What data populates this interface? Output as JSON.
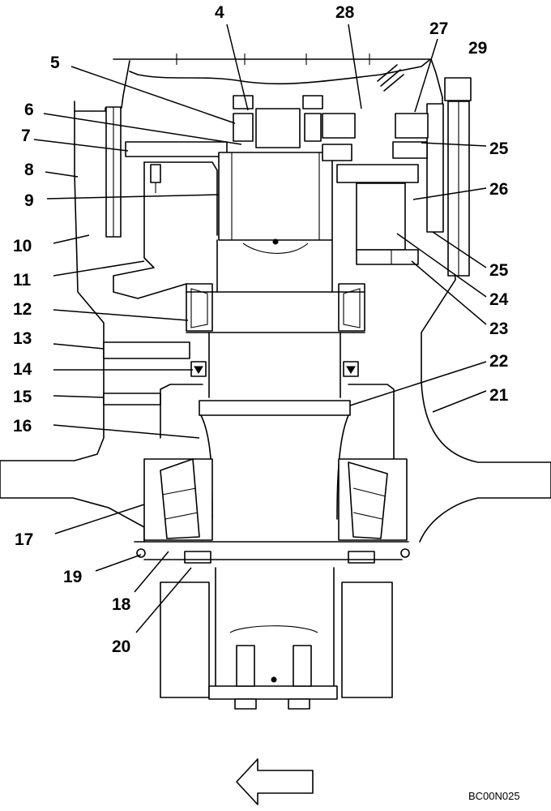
{
  "diagram": {
    "drawing_code": "BC00N025",
    "direction_arrow": "arrow-left-icon",
    "callouts": [
      {
        "id": "c4",
        "label": "4"
      },
      {
        "id": "c28",
        "label": "28"
      },
      {
        "id": "c27",
        "label": "27"
      },
      {
        "id": "c29",
        "label": "29"
      },
      {
        "id": "c5",
        "label": "5"
      },
      {
        "id": "c6",
        "label": "6"
      },
      {
        "id": "c7",
        "label": "7"
      },
      {
        "id": "c8",
        "label": "8"
      },
      {
        "id": "c9",
        "label": "9"
      },
      {
        "id": "c10",
        "label": "10"
      },
      {
        "id": "c11",
        "label": "11"
      },
      {
        "id": "c12",
        "label": "12"
      },
      {
        "id": "c13",
        "label": "13"
      },
      {
        "id": "c14",
        "label": "14"
      },
      {
        "id": "c15",
        "label": "15"
      },
      {
        "id": "c16",
        "label": "16"
      },
      {
        "id": "c17",
        "label": "17"
      },
      {
        "id": "c18",
        "label": "18"
      },
      {
        "id": "c19",
        "label": "19"
      },
      {
        "id": "c20",
        "label": "20"
      },
      {
        "id": "c21",
        "label": "21"
      },
      {
        "id": "c22",
        "label": "22"
      },
      {
        "id": "c23",
        "label": "23"
      },
      {
        "id": "c24",
        "label": "24"
      },
      {
        "id": "c25a",
        "label": "25"
      },
      {
        "id": "c25b",
        "label": "25"
      },
      {
        "id": "c26",
        "label": "26"
      }
    ]
  }
}
